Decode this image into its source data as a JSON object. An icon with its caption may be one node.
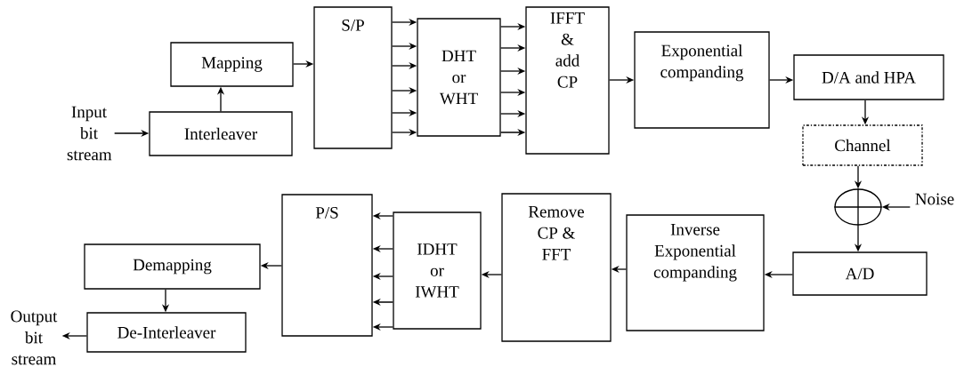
{
  "diagram": {
    "nodes": [
      {
        "text": [
          "Input bit stream"
        ]
      },
      {
        "text": [
          "Interleaver"
        ]
      },
      {
        "text": [
          "Mapping"
        ]
      },
      {
        "text": [
          "S/P"
        ]
      },
      {
        "text": [
          "DHT or WHT"
        ]
      },
      {
        "text": [
          "IFFT & add CP"
        ]
      },
      {
        "text": [
          "Exponential companding"
        ]
      },
      {
        "text": [
          "D/A and HPA"
        ]
      },
      {
        "text": [
          "Channel"
        ]
      },
      {
        "text": [],
        "shape": "circle"
      },
      {
        "text": [
          "Noise"
        ]
      },
      {
        "text": [
          "A/D"
        ]
      },
      {
        "text": [
          "Inverse Exponential companding"
        ]
      },
      {
        "text": [
          "Remove CP & FFT"
        ]
      },
      {
        "text": [
          "IDHT or IWHT"
        ]
      },
      {
        "text": [
          "P/S"
        ]
      },
      {
        "text": [
          "Demapping"
        ]
      },
      {
        "text": [
          "De-Interleaver"
        ]
      },
      {
        "text": [
          "Output bit stream"
        ]
      }
    ],
    "edges": [
      {
        "from": 0,
        "to": 1,
        "arrow": "to"
      },
      {
        "from": 1,
        "to": 2,
        "arrow": "to"
      },
      {
        "from": 2,
        "to": 3,
        "arrow": "to"
      },
      {
        "from": 3,
        "to": 4,
        "arrow": "to"
      },
      {
        "from": 3,
        "to": 4,
        "arrow": "to"
      },
      {
        "from": 3,
        "to": 4,
        "arrow": "to"
      },
      {
        "from": 3,
        "to": 4,
        "arrow": "to"
      },
      {
        "from": 3,
        "to": 4,
        "arrow": "to"
      },
      {
        "from": 3,
        "to": 4,
        "arrow": "to"
      },
      {
        "from": 4,
        "to": 5,
        "arrow": "to"
      },
      {
        "from": 4,
        "to": 5,
        "arrow": "to"
      },
      {
        "from": 4,
        "to": 5,
        "arrow": "to"
      },
      {
        "from": 4,
        "to": 5,
        "arrow": "to"
      },
      {
        "from": 4,
        "to": 5,
        "arrow": "to"
      },
      {
        "from": 4,
        "to": 5,
        "arrow": "to"
      },
      {
        "from": 5,
        "to": 6,
        "arrow": "to"
      },
      {
        "from": 6,
        "to": 7,
        "arrow": "to"
      },
      {
        "from": 7,
        "to": 8,
        "arrow": "to"
      },
      {
        "from": 8,
        "to": 9,
        "arrow": "to"
      },
      {
        "from": 10,
        "to": 9,
        "arrow": "to"
      },
      {
        "from": 9,
        "to": 11,
        "arrow": "to"
      },
      {
        "from": 11,
        "to": 12,
        "arrow": "to"
      },
      {
        "from": 12,
        "to": 13,
        "arrow": "to"
      },
      {
        "from": 13,
        "to": 14,
        "arrow": "to"
      },
      {
        "from": 14,
        "to": 15,
        "arrow": "to"
      },
      {
        "from": 14,
        "to": 15,
        "arrow": "to"
      },
      {
        "from": 14,
        "to": 15,
        "arrow": "to"
      },
      {
        "from": 14,
        "to": 15,
        "arrow": "to"
      },
      {
        "from": 14,
        "to": 15,
        "arrow": "to"
      },
      {
        "from": 15,
        "to": 16,
        "arrow": "to"
      },
      {
        "from": 16,
        "to": 17,
        "arrow": "to"
      },
      {
        "from": 17,
        "to": 18,
        "arrow": "to"
      }
    ]
  }
}
